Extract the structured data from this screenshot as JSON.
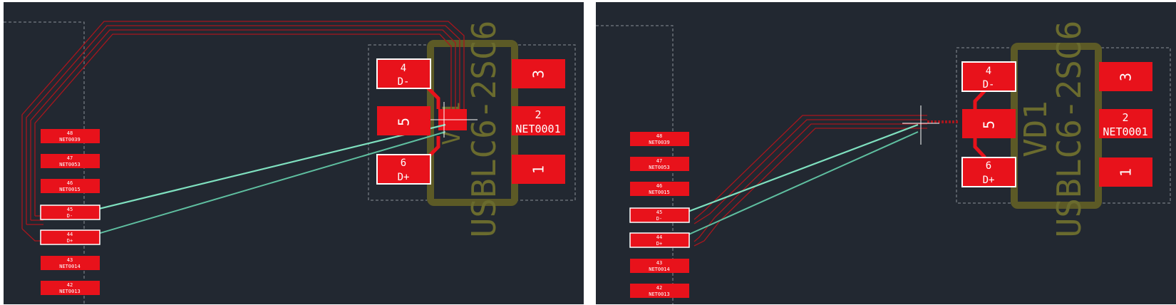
{
  "views": [
    {
      "id": "before",
      "chip": {
        "designator": "VD1",
        "part_label": "USBLC6-2SC6",
        "pads": [
          {
            "num": "4",
            "net": "D-",
            "highlighted": true
          },
          {
            "num": "5",
            "net": "",
            "highlighted": false
          },
          {
            "num": "6",
            "net": "D+",
            "highlighted": true
          },
          {
            "num": "3",
            "net": "",
            "highlighted": false
          },
          {
            "num": "2",
            "net": "NET0001",
            "highlighted": false
          },
          {
            "num": "1",
            "net": "",
            "highlighted": false
          }
        ]
      },
      "connector_pads": [
        {
          "num": "48",
          "net": "NET0039",
          "highlighted": false
        },
        {
          "num": "47",
          "net": "NET0053",
          "highlighted": false
        },
        {
          "num": "46",
          "net": "NET0015",
          "highlighted": false
        },
        {
          "num": "45",
          "net": "D-",
          "highlighted": true
        },
        {
          "num": "44",
          "net": "D+",
          "highlighted": true
        },
        {
          "num": "43",
          "net": "NET0014",
          "highlighted": false
        },
        {
          "num": "42",
          "net": "NET0013",
          "highlighted": false
        }
      ]
    },
    {
      "id": "after",
      "chip": {
        "designator": "VD1",
        "part_label": "USBLC6-2SC6",
        "pads": [
          {
            "num": "4",
            "net": "D-",
            "highlighted": true
          },
          {
            "num": "5",
            "net": "",
            "highlighted": false
          },
          {
            "num": "6",
            "net": "D+",
            "highlighted": true
          },
          {
            "num": "3",
            "net": "",
            "highlighted": false
          },
          {
            "num": "2",
            "net": "NET0001",
            "highlighted": false
          },
          {
            "num": "1",
            "net": "",
            "highlighted": false
          }
        ]
      },
      "connector_pads": [
        {
          "num": "48",
          "net": "NET0039",
          "highlighted": false
        },
        {
          "num": "47",
          "net": "NET0053",
          "highlighted": false
        },
        {
          "num": "46",
          "net": "NET0015",
          "highlighted": false
        },
        {
          "num": "45",
          "net": "D-",
          "highlighted": true
        },
        {
          "num": "44",
          "net": "D+",
          "highlighted": true
        },
        {
          "num": "43",
          "net": "NET0014",
          "highlighted": false
        },
        {
          "num": "42",
          "net": "NET0013",
          "highlighted": false
        }
      ]
    }
  ],
  "colors": {
    "background": "#222831",
    "pad": "#e8121b",
    "pad_highlight_border": "#ffffff",
    "silkscreen": "#5c5a26",
    "silkscreen_text": "#6a6b2e",
    "trace": "#a8161d",
    "ratsnest": "#7fe0bf",
    "courtyard": "#8a8f96"
  }
}
